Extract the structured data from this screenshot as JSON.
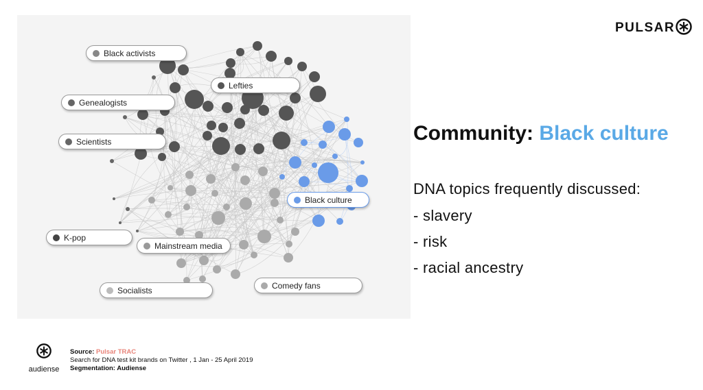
{
  "brand": {
    "name": "PULSAR"
  },
  "heading": {
    "prefix": "Community: ",
    "community": "Black culture",
    "accent_color": "#5aa9e6"
  },
  "topics": {
    "intro": "DNA topics frequently discussed:",
    "items": [
      "- slavery",
      "- risk",
      "- racial ancestry"
    ]
  },
  "network": {
    "labels": [
      {
        "text": "Black activists",
        "color": "#888888"
      },
      {
        "text": "Lefties",
        "color": "#555555"
      },
      {
        "text": "Genealogists",
        "color": "#666666"
      },
      {
        "text": "Scientists",
        "color": "#666666"
      },
      {
        "text": "Black culture",
        "color": "#6a9be8"
      },
      {
        "text": "K-pop",
        "color": "#444444"
      },
      {
        "text": "Mainstream media",
        "color": "#999999"
      },
      {
        "text": "Socialists",
        "color": "#bbbbbb"
      },
      {
        "text": "Comedy fans",
        "color": "#aaaaaa"
      }
    ]
  },
  "footer": {
    "source_label": "Source: ",
    "source": "Pulsar TRAC",
    "search": "Search for DNA test kit brands on Twitter , 1 Jan - 25 April 2019",
    "segmentation": "Segmentation: Audiense",
    "partner": "audiense"
  }
}
